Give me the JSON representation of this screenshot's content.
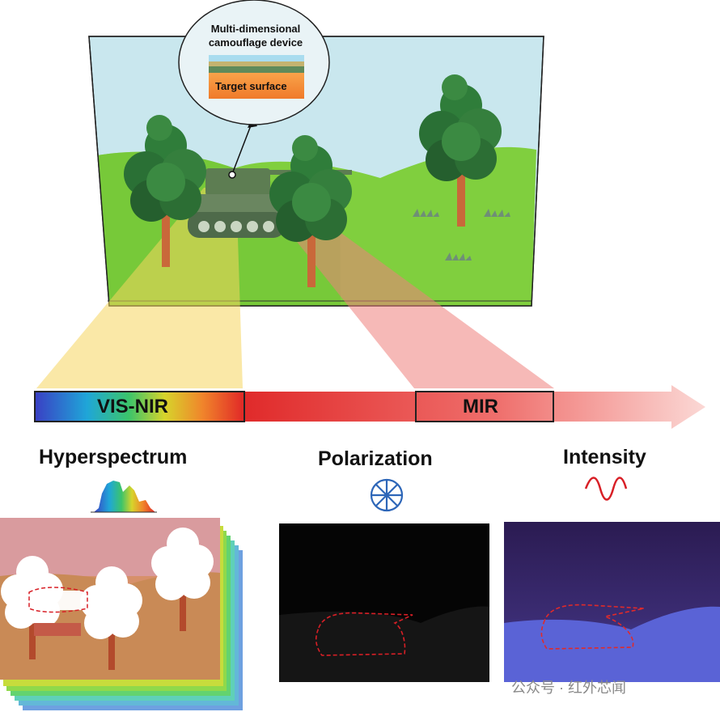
{
  "callout": {
    "title_line1": "Multi-dimensional",
    "title_line2": "camouflage device",
    "target_label": "Target surface"
  },
  "spectrum_bar": {
    "visnir_label": "VIS-NIR",
    "mir_label": "MIR"
  },
  "panels": {
    "hyperspectrum_title": "Hyperspectrum",
    "polarization_title": "Polarization",
    "intensity_title": "Intensity"
  },
  "icons": {
    "spectrum": "spectrum-curve-icon",
    "polarization": "polarization-wheel-icon",
    "intensity": "sine-wave-icon"
  },
  "colors": {
    "sky": "#c9e7ee",
    "grass": "#7fcf3d",
    "visnir_beam": "#f7e08a",
    "mir_beam": "#f2a2a0",
    "intensity_bg": "#2e1f55",
    "outline_dashed": "#d81f26"
  },
  "watermark": "公众号 · 红外芯闻"
}
